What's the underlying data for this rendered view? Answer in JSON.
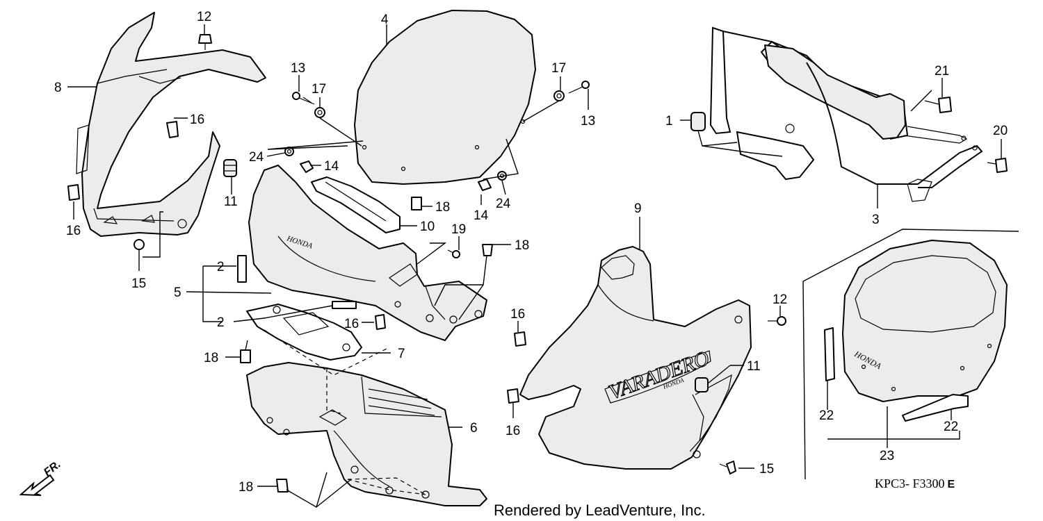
{
  "callouts": {
    "c1": "1",
    "c2a": "2",
    "c2b": "2",
    "c3": "3",
    "c4": "4",
    "c5": "5",
    "c6": "6",
    "c7": "7",
    "c8": "8",
    "c9": "9",
    "c10": "10",
    "c11a": "11",
    "c11b": "11",
    "c12a": "12",
    "c12b": "12",
    "c13a": "13",
    "c13b": "13",
    "c14a": "14",
    "c14b": "14",
    "c15a": "15",
    "c15b": "15",
    "c16a": "16",
    "c16b": "16",
    "c16c": "16",
    "c16d": "16",
    "c16e": "16",
    "c17a": "17",
    "c17b": "17",
    "c18a": "18",
    "c18b": "18",
    "c18c": "18",
    "c18d": "18",
    "c19": "19",
    "c20": "20",
    "c21": "21",
    "c22a": "22",
    "c22b": "22",
    "c23": "23",
    "c24a": "24",
    "c24b": "24"
  },
  "labels": {
    "front_arrow": "FR.",
    "diagram_code": "KPC3- F3300",
    "diagram_code_suffix": "E",
    "credit": "Rendered by LeadVenture, Inc."
  },
  "decals": {
    "honda_upper_cowl": "HONDA",
    "honda_screen": "HONDA",
    "model_name": "VARADERO",
    "model_brand": "HONDA"
  },
  "colors": {
    "line": "#000000",
    "background": "#ffffff",
    "panel_fill": "#ececec"
  }
}
